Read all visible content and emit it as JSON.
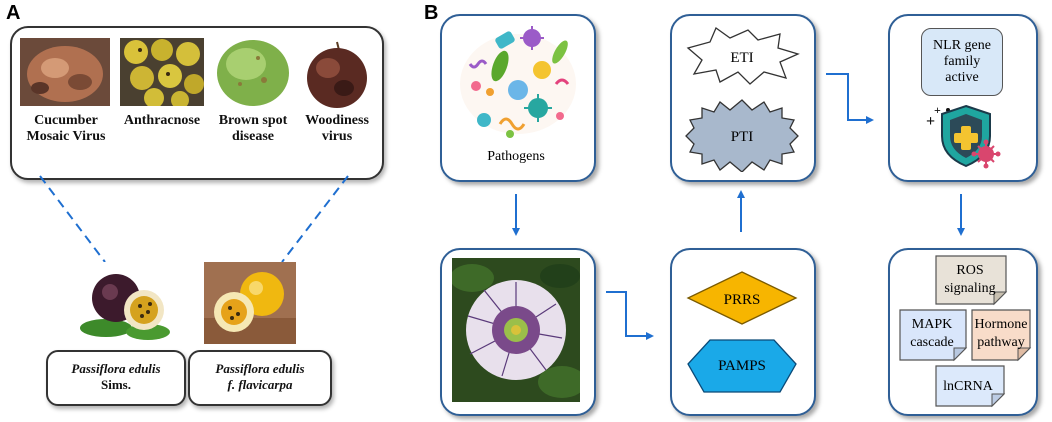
{
  "panels": {
    "a": "A",
    "b": "B"
  },
  "panel_a": {
    "diseases": [
      {
        "label": "Cucumber Mosaic Virus",
        "line1": "Cucumber",
        "line2": "Mosaic Virus"
      },
      {
        "label": "Anthracnose",
        "line1": "Anthracnose",
        "line2": ""
      },
      {
        "label": "Brown spot disease",
        "line1": "Brown spot",
        "line2": "disease"
      },
      {
        "label": "Woodiness virus",
        "line1": "Woodiness",
        "line2": "virus"
      }
    ],
    "species": [
      {
        "italic": "Passiflora edulis",
        "rest": "Sims."
      },
      {
        "italic": "Passiflora edulis",
        "italic2": "f. flavicarpa"
      }
    ]
  },
  "panel_b": {
    "pathogens_label": "Pathogens",
    "eti_label": "ETI",
    "pti_label": "PTI",
    "nlr_label": {
      "l1": "NLR gene",
      "l2": "family",
      "l3": "active"
    },
    "prrs_label": "PRRS",
    "pamps_label": "PAMPS",
    "ros_label": {
      "l1": "ROS",
      "l2": "signaling"
    },
    "mapk_label": {
      "l1": "MAPK",
      "l2": "cascade"
    },
    "hormone_label": {
      "l1": "Hormone",
      "l2": "pathway"
    },
    "lncrna_label": "lnCRNA"
  },
  "colors": {
    "card_border": "#2f5f96",
    "arrow": "#1f6fd0",
    "dashed": "#1f6fd0",
    "prrs_fill": "#f7b500",
    "pamps_fill": "#1aa9e8",
    "nlr_fill": "#d8e8f8",
    "ros_fill": "#e8e2d8",
    "mapk_fill": "#d9e6fb",
    "hormone_fill": "#f8dcc9",
    "lncrna_fill": "#dce9fb"
  }
}
